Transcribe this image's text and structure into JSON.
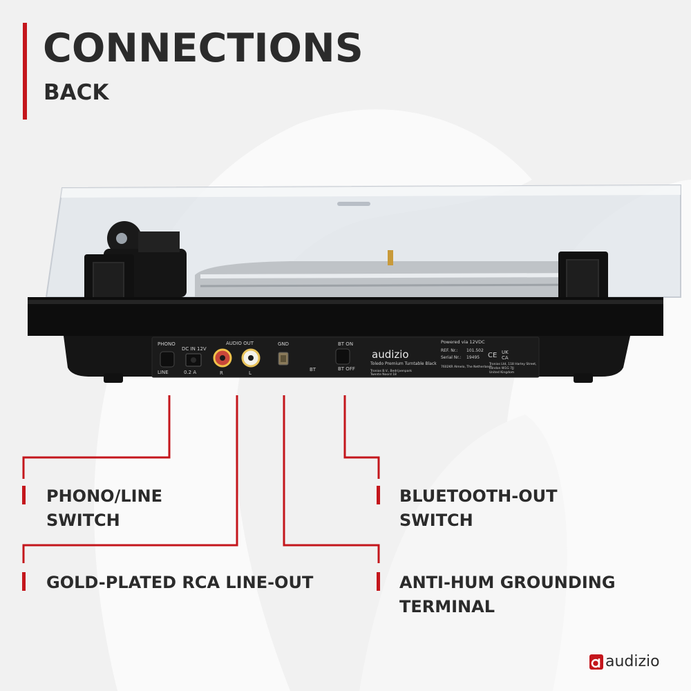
{
  "header": {
    "title": "CONNECTIONS",
    "subtitle": "BACK"
  },
  "panel": {
    "phono": "PHONO",
    "line": "LINE",
    "dc_in": "DC IN 12V",
    "amp": "0.2 A",
    "audio_out": "AUDIO OUT",
    "r": "R",
    "l": "L",
    "gnd": "GND",
    "bt_on": "BT ON",
    "bt_off": "BT OFF",
    "bt": "BT",
    "brand": "audizio",
    "model": "Toledo Premium Turntable Black",
    "powered": "Powered via 12VDC",
    "ref_label": "REF. Nr.:",
    "ref_value": "101.502",
    "serial_label": "Serial Nr.:",
    "serial_value": "19495",
    "address_left_1": "Tronios B.V., Bedrijvenpark",
    "address_left_2": "Twente Noord 18",
    "address_left_3": "7602KR Almelo, The Netherlands",
    "address_right_1": "Tronios Ltd, 118 Harley Street,",
    "address_right_2": "London W1G 7JJ",
    "address_right_3": "United Kingdom",
    "mark_ce": "CE",
    "mark_ukca_1": "UK",
    "mark_ukca_2": "CA"
  },
  "callouts": {
    "phono_line": [
      "PHONO/LINE",
      "SWITCH"
    ],
    "rca": [
      "GOLD-PLATED RCA LINE-OUT"
    ],
    "bluetooth": [
      "BLUETOOTH-OUT",
      "SWITCH"
    ],
    "grounding": [
      "ANTI-HUM GROUNDING",
      "TERMINAL"
    ]
  },
  "logo": {
    "text": "audizio"
  },
  "colors": {
    "accent": "#c4161c",
    "text": "#2b2b2b",
    "background": "#f1f1f1",
    "body_black": "#0d0d0d"
  }
}
